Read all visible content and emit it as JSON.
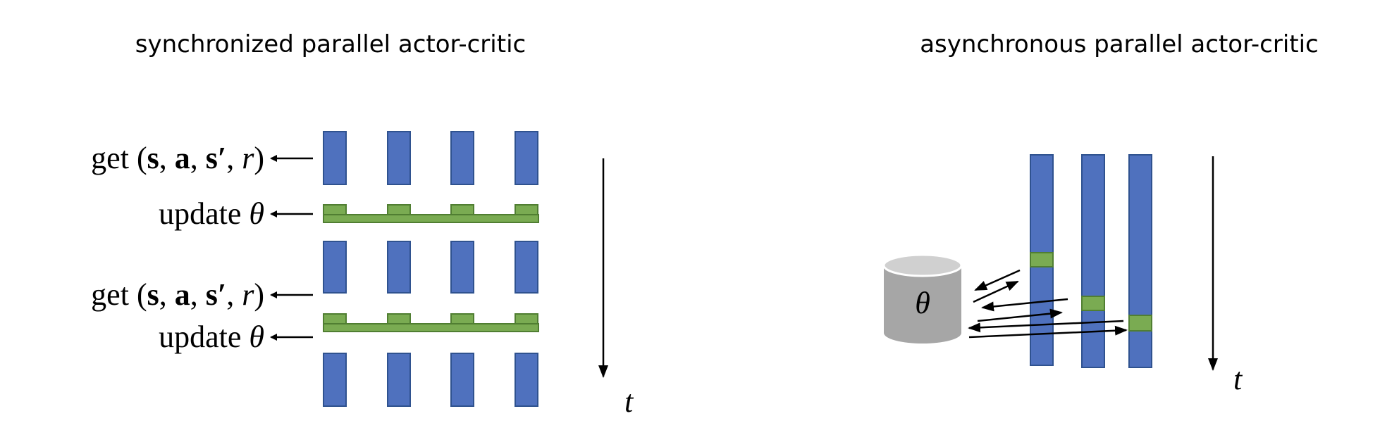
{
  "colors": {
    "worker": "#4f71be",
    "worker_stroke": "#2f528f",
    "update": "#7aab52",
    "update_stroke": "#507e32",
    "param_store": "#a6a6a6",
    "param_store_top": "#d0d0d0"
  },
  "sync": {
    "title": "synchronized parallel actor-critic",
    "get_label": {
      "word": "get",
      "open": "(",
      "s": "s",
      "comma": ",",
      "a": "a",
      "sprime": "s′",
      "r": "r",
      "close": ")"
    },
    "update_label": {
      "word": "update",
      "theta": "θ"
    },
    "time_label": "t",
    "workers": 4
  },
  "async": {
    "title": "asynchronous parallel actor-critic",
    "param_label": "θ",
    "time_label": "t",
    "workers": 3
  }
}
